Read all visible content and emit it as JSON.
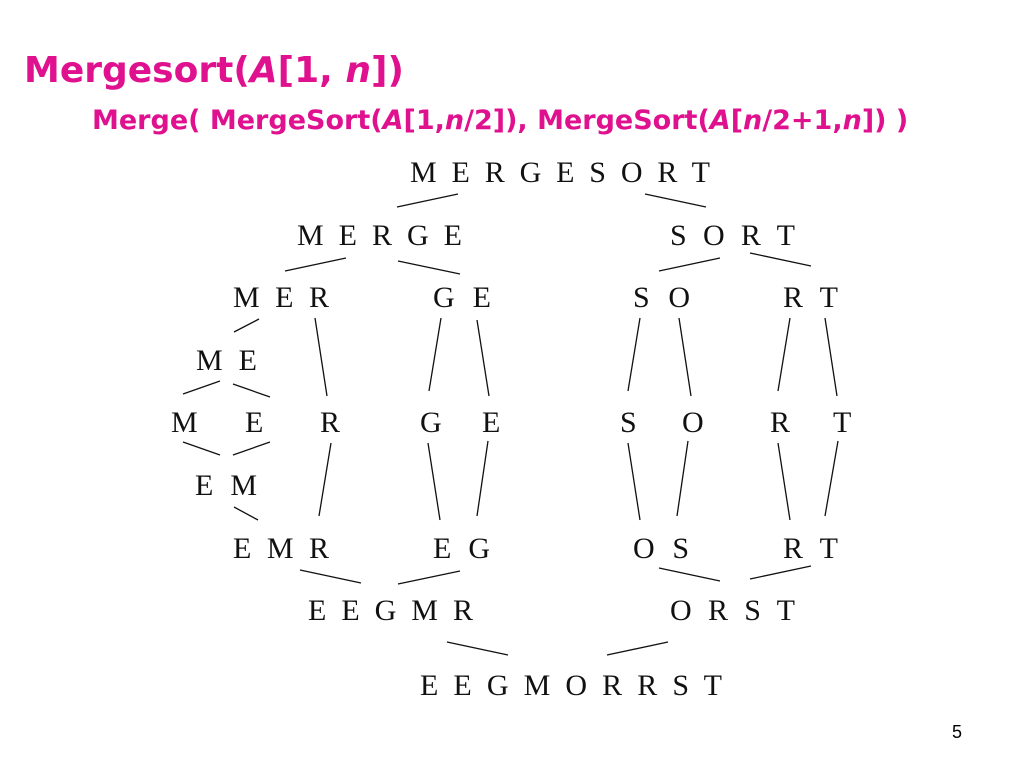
{
  "title": {
    "name": "Mergesort",
    "open": "(",
    "arr": "A",
    "args": "[1, ",
    "n": "n",
    "close": "])"
  },
  "subtitle": {
    "p1": "Merge( MergeSort(",
    "a1": "A",
    "p2": "[1,",
    "n1": "n",
    "p3": "/2]), MergeSort(",
    "a2": "A",
    "p4": "[",
    "n2": "n",
    "p5": "/2+1,",
    "n3": "n",
    "p6": "]) )"
  },
  "tree": {
    "levels": [
      {
        "groups": [
          "M E R G E S O R T"
        ]
      },
      {
        "groups": [
          "M E R G E",
          "S O R T"
        ]
      },
      {
        "groups": [
          "M E R",
          "G E",
          "S O",
          "R T"
        ]
      },
      {
        "groups": [
          "M E"
        ]
      },
      {
        "groups": [
          "M",
          "E",
          "R",
          "G",
          "E",
          "S",
          "O",
          "R",
          "T"
        ]
      },
      {
        "groups": [
          "E M"
        ]
      },
      {
        "groups": [
          "E M R",
          "E G",
          "O S",
          "R T"
        ]
      },
      {
        "groups": [
          "E E G M R",
          "O R S T"
        ]
      },
      {
        "groups": [
          "E E G M O R R S T"
        ]
      }
    ]
  },
  "page_number": "5"
}
